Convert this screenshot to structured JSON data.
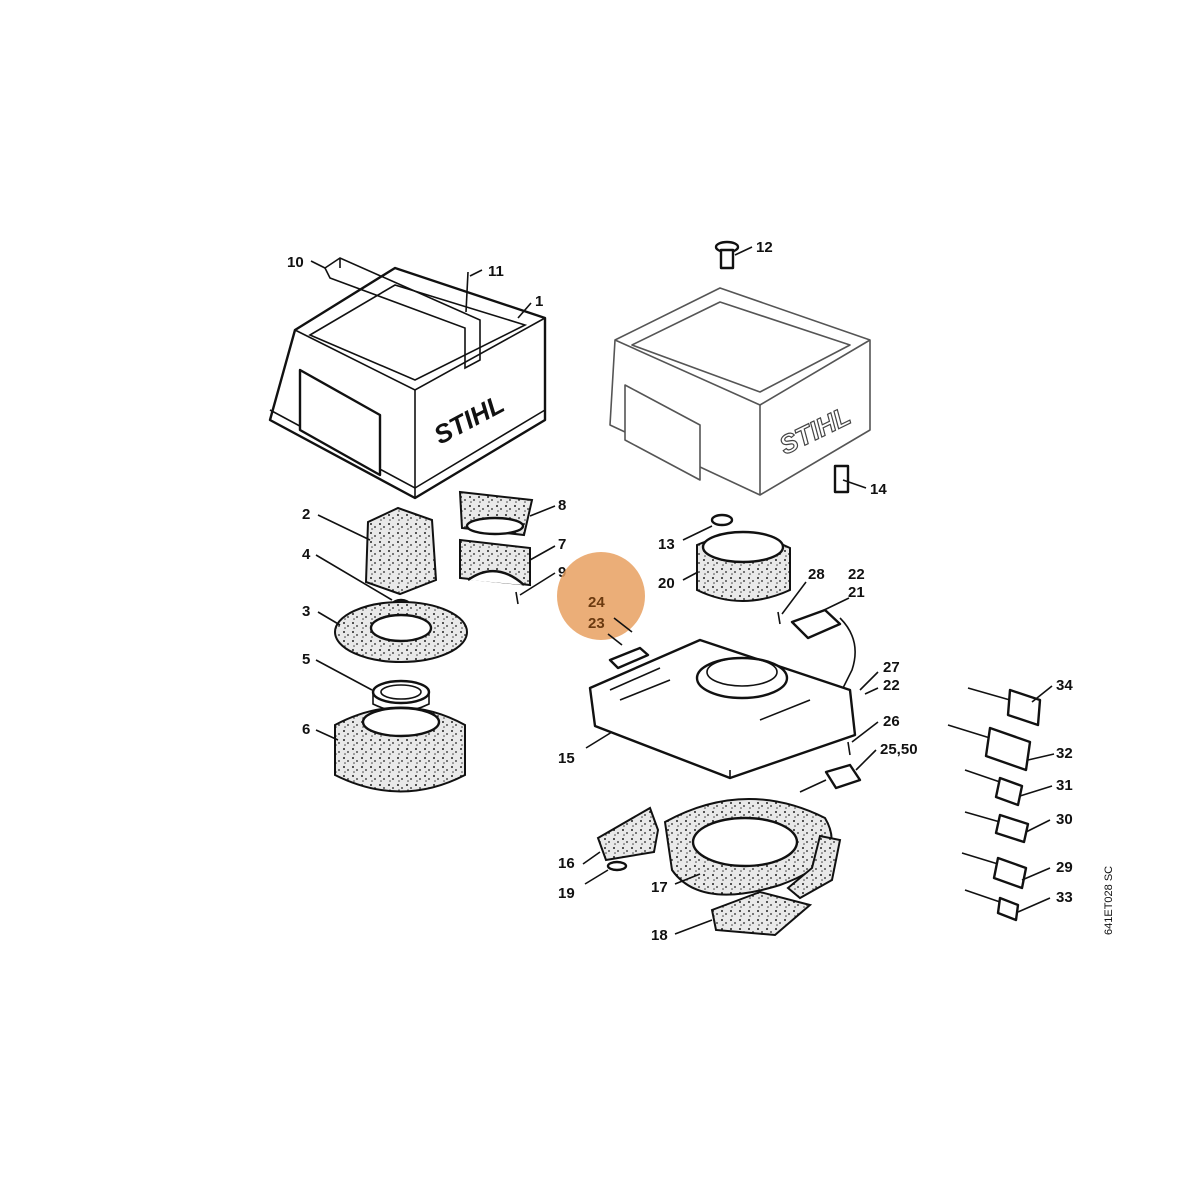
{
  "brand_logo": "STIHL",
  "highlight": {
    "color": "#E8A060",
    "labels": [
      "24",
      "23"
    ]
  },
  "callouts": [
    "10",
    "11",
    "1",
    "12",
    "14",
    "2",
    "8",
    "7",
    "9",
    "4",
    "3",
    "5",
    "6",
    "13",
    "20",
    "28",
    "22",
    "21",
    "27",
    "22",
    "34",
    "32",
    "31",
    "30",
    "29",
    "33",
    "15",
    "26",
    "25,50",
    "16",
    "19",
    "17",
    "18"
  ],
  "drawing_code": "641ET028 SC"
}
